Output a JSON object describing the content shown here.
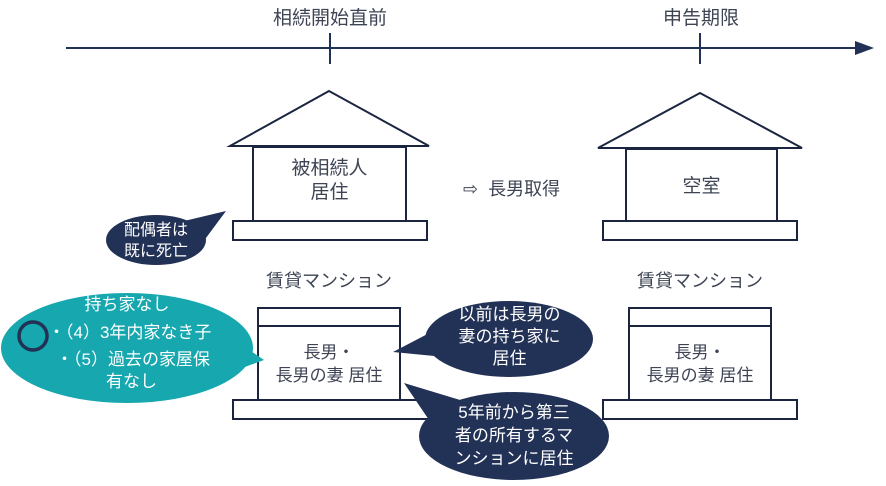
{
  "colors": {
    "navy": "#223156",
    "teal": "#17a7ae",
    "outline": "#1b2540",
    "text_dark": "#3e4454",
    "background": "#ffffff"
  },
  "timeline": {
    "start_label": "相続開始直前",
    "deadline_label": "申告期限"
  },
  "top_row": {
    "decedent_house": {
      "lines": [
        "被相続人",
        "居住"
      ]
    },
    "transfer": {
      "arrow_icon": "⇨",
      "label": "長男取得"
    },
    "vacant_house": {
      "label": "空室"
    },
    "spouse_bubble": {
      "lines": [
        "配偶者は",
        "既に死亡"
      ]
    }
  },
  "bottom_row": {
    "left_building": {
      "title": "賃貸マンション",
      "lines": [
        "長男・",
        "長男の妻 居住"
      ]
    },
    "right_building": {
      "title": "賃貸マンション",
      "lines": [
        "長男・",
        "長男の妻 居住"
      ]
    },
    "conditions_bubble": {
      "marker_icon": "circle",
      "lines": [
        "持ち家なし",
        "・（4）3年内家なき子",
        "・（5）過去の家屋保",
        "有なし"
      ]
    },
    "previous_home_bubble": {
      "lines": [
        "以前は長男の",
        "妻の持ち家に",
        "居住"
      ]
    },
    "rental_history_bubble": {
      "lines": [
        "5年前から第三",
        "者の所有するマ",
        "ンションに居住"
      ]
    }
  }
}
